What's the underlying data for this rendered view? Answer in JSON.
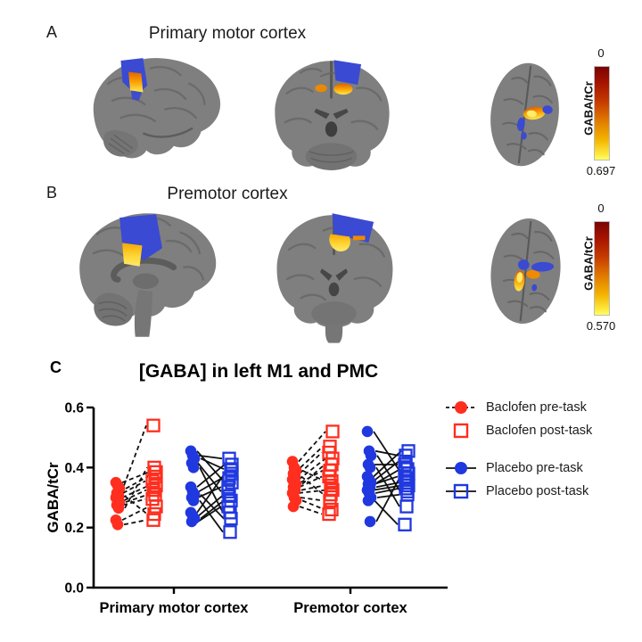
{
  "colors": {
    "red": "#ff2e1e",
    "blue": "#2038df",
    "overlay_blue": "#3a4ad2",
    "overlay_orange": "#f08a00",
    "overlay_yellow": "#ffec6a",
    "brain_gray": "#7f7f7f",
    "line_black": "#111111"
  },
  "panels": {
    "a": {
      "label": "A",
      "title": "Primary motor cortex",
      "colorbar": {
        "top_label": "0",
        "bottom_label": "0.697",
        "axis_label": "GABA/tCr"
      }
    },
    "b": {
      "label": "B",
      "title": "Premotor cortex",
      "colorbar": {
        "top_label": "0",
        "bottom_label": "0.570",
        "axis_label": "GABA/tCr"
      }
    },
    "c": {
      "label": "C"
    }
  },
  "chart_data": {
    "type": "scatter",
    "subtype": "paired-pre-post",
    "title": "[GABA] in left M1 and PMC",
    "ylabel": "GABA/tCr",
    "ylim": [
      0.0,
      0.6
    ],
    "yticks": [
      0,
      0.2,
      0.4,
      0.6
    ],
    "ytick_labels": [
      "0.0",
      "0.2",
      "0.4",
      "0.6"
    ],
    "categories": [
      "Primary motor cortex",
      "Premotor cortex"
    ],
    "grid": false,
    "legend_position": "right",
    "legend": [
      {
        "label": "Baclofen pre-task",
        "marker": "filled-circle",
        "color_key": "red",
        "line": "dashed"
      },
      {
        "label": "Baclofen post-task",
        "marker": "open-square",
        "color_key": "red",
        "line": "none"
      },
      {
        "label": "Placebo pre-task",
        "marker": "filled-circle",
        "color_key": "blue",
        "line": "solid"
      },
      {
        "label": "Placebo post-task",
        "marker": "open-square",
        "color_key": "blue",
        "line": "solid"
      }
    ],
    "groups": [
      {
        "category": "Primary motor cortex",
        "series": [
          {
            "name": "Baclofen",
            "color_key": "red",
            "line_style": "dashed",
            "pairs": [
              [
                0.35,
                0.385
              ],
              [
                0.34,
                0.54
              ],
              [
                0.33,
                0.37
              ],
              [
                0.315,
                0.355
              ],
              [
                0.305,
                0.245
              ],
              [
                0.3,
                0.34
              ],
              [
                0.29,
                0.325
              ],
              [
                0.285,
                0.31
              ],
              [
                0.275,
                0.295
              ],
              [
                0.265,
                0.4
              ],
              [
                0.225,
                0.27
              ],
              [
                0.21,
                0.225
              ]
            ]
          },
          {
            "name": "Placebo",
            "color_key": "blue",
            "line_style": "solid",
            "pairs": [
              [
                0.455,
                0.35
              ],
              [
                0.44,
                0.43
              ],
              [
                0.43,
                0.395
              ],
              [
                0.415,
                0.32
              ],
              [
                0.4,
                0.25
              ],
              [
                0.335,
                0.41
              ],
              [
                0.32,
                0.365
              ],
              [
                0.31,
                0.23
              ],
              [
                0.3,
                0.335
              ],
              [
                0.29,
                0.185
              ],
              [
                0.25,
                0.38
              ],
              [
                0.24,
                0.305
              ],
              [
                0.23,
                0.29
              ],
              [
                0.22,
                0.27
              ]
            ]
          }
        ]
      },
      {
        "category": "Premotor cortex",
        "series": [
          {
            "name": "Baclofen",
            "color_key": "red",
            "line_style": "dashed",
            "pairs": [
              [
                0.42,
                0.52
              ],
              [
                0.4,
                0.47
              ],
              [
                0.39,
                0.355
              ],
              [
                0.38,
                0.45
              ],
              [
                0.37,
                0.31
              ],
              [
                0.36,
                0.43
              ],
              [
                0.35,
                0.39
              ],
              [
                0.345,
                0.41
              ],
              [
                0.335,
                0.37
              ],
              [
                0.325,
                0.34
              ],
              [
                0.315,
                0.325
              ],
              [
                0.3,
                0.29
              ],
              [
                0.29,
                0.26
              ],
              [
                0.27,
                0.245
              ]
            ]
          },
          {
            "name": "Placebo",
            "color_key": "blue",
            "line_style": "solid",
            "pairs": [
              [
                0.52,
                0.38
              ],
              [
                0.455,
                0.44
              ],
              [
                0.44,
                0.32
              ],
              [
                0.41,
                0.41
              ],
              [
                0.4,
                0.27
              ],
              [
                0.37,
                0.455
              ],
              [
                0.36,
                0.42
              ],
              [
                0.35,
                0.395
              ],
              [
                0.345,
                0.37
              ],
              [
                0.335,
                0.35
              ],
              [
                0.325,
                0.34
              ],
              [
                0.315,
                0.33
              ],
              [
                0.3,
                0.31
              ],
              [
                0.29,
                0.21
              ],
              [
                0.22,
                0.365
              ]
            ]
          }
        ]
      }
    ]
  }
}
